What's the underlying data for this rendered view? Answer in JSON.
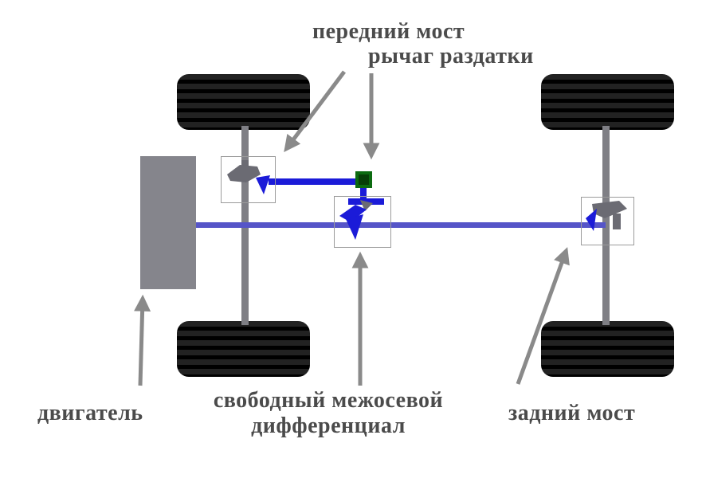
{
  "labels": {
    "front_axle": "передний мост",
    "transfer_lever": "рычаг раздатки",
    "engine": "двигатель",
    "center_diff_line1": "свободный межосевой",
    "center_diff_line2": "дифференциал",
    "rear_axle": "задний мост"
  },
  "colors": {
    "background": "#ffffff",
    "tire": "#222222",
    "tire_stripe": "#000000",
    "metal": "#7f7f85",
    "engine": "#85858c",
    "main_shaft": "#5655c8",
    "front_shaft": "#1b1bd8",
    "gear": "#6b6b73",
    "arrow": "#8a8a8a",
    "label_text": "#4b4b4b",
    "box_border": "#9b9b9b",
    "lever_green": "#0c6b10",
    "lever_green_dark": "#073f07"
  },
  "icons": {
    "front_differential": "gear-glyph",
    "center_differential": "gear-glyph",
    "rear_differential": "gear-glyph",
    "transfer_lever_knob": "green-square",
    "pointer_arrow": "gray-arrow"
  }
}
